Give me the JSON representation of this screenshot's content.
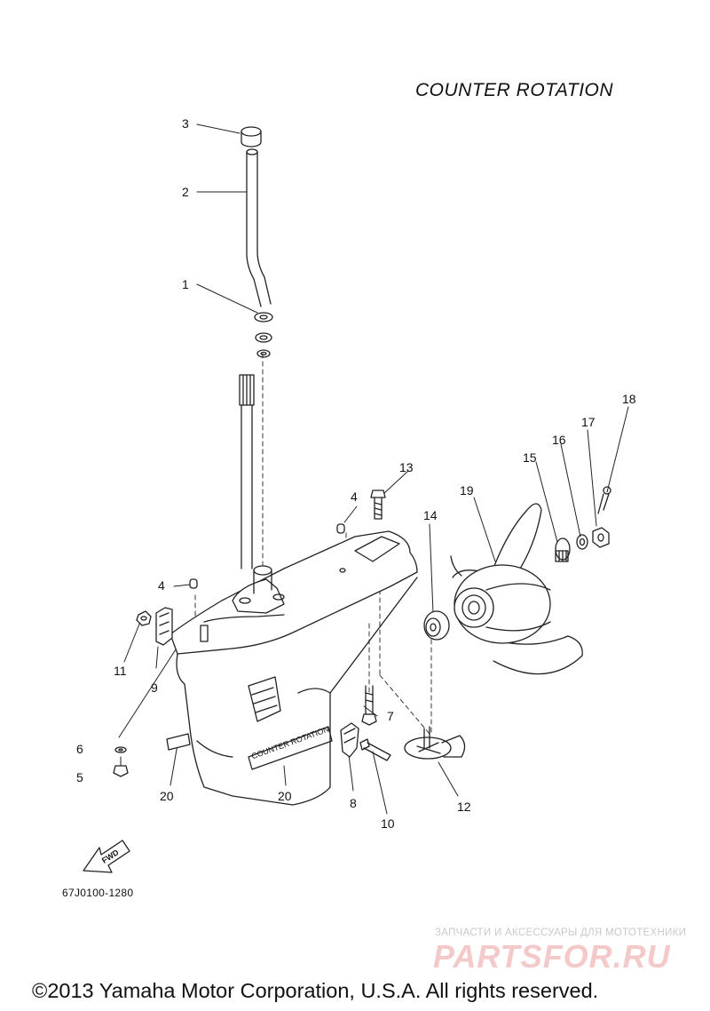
{
  "diagram": {
    "title": "COUNTER ROTATION",
    "part_code": "67J0100-1280",
    "fwd_label": "FWD",
    "decal_text": "COUNTER ROTATION",
    "callouts": [
      "1",
      "2",
      "3",
      "4",
      "4",
      "5",
      "6",
      "7",
      "8",
      "9",
      "10",
      "11",
      "12",
      "13",
      "14",
      "15",
      "16",
      "17",
      "18",
      "19",
      "20",
      "20"
    ]
  },
  "watermark": {
    "tagline": "ЗАПЧАСТИ И АКСЕССУАРЫ ДЛЯ МОТОТЕХНИКИ",
    "logo": "PARTSFOR.RU"
  },
  "footer": {
    "copyright": "©2013 Yamaha Motor Corporation, U.S.A. All rights reserved."
  }
}
